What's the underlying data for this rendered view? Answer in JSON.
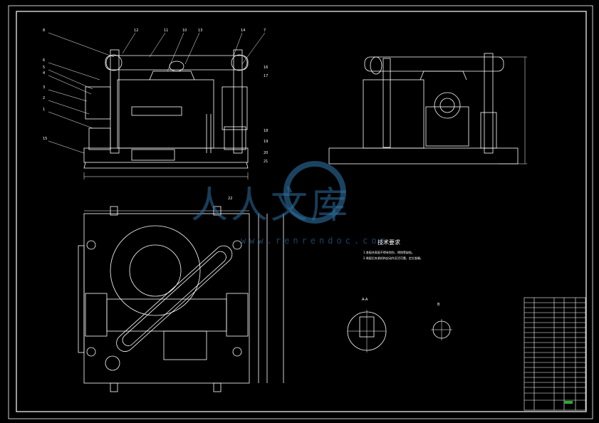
{
  "watermark": {
    "text": "人人文库",
    "url": "www.renrendoc.com",
    "color": "#2d6fa0"
  },
  "technical_requirements": {
    "title": "技术要求",
    "items": [
      "1.各配合表面不得有划伤、锈蚀等缺陷。",
      "2.装配后夹紧机构应动作灵活可靠，定位准确。"
    ]
  },
  "section_labels": {
    "a": "A-A",
    "b": "B"
  },
  "part_callouts": [
    "8",
    "12",
    "11",
    "10",
    "13",
    "14",
    "7",
    "6",
    "5",
    "4",
    "3",
    "2",
    "1",
    "15",
    "16",
    "17",
    "18",
    "19",
    "20",
    "21",
    "22"
  ],
  "colors": {
    "background": "#000000",
    "lines": "#ffffff",
    "accent": "#2d6fa0",
    "dim": "#ff4040"
  }
}
